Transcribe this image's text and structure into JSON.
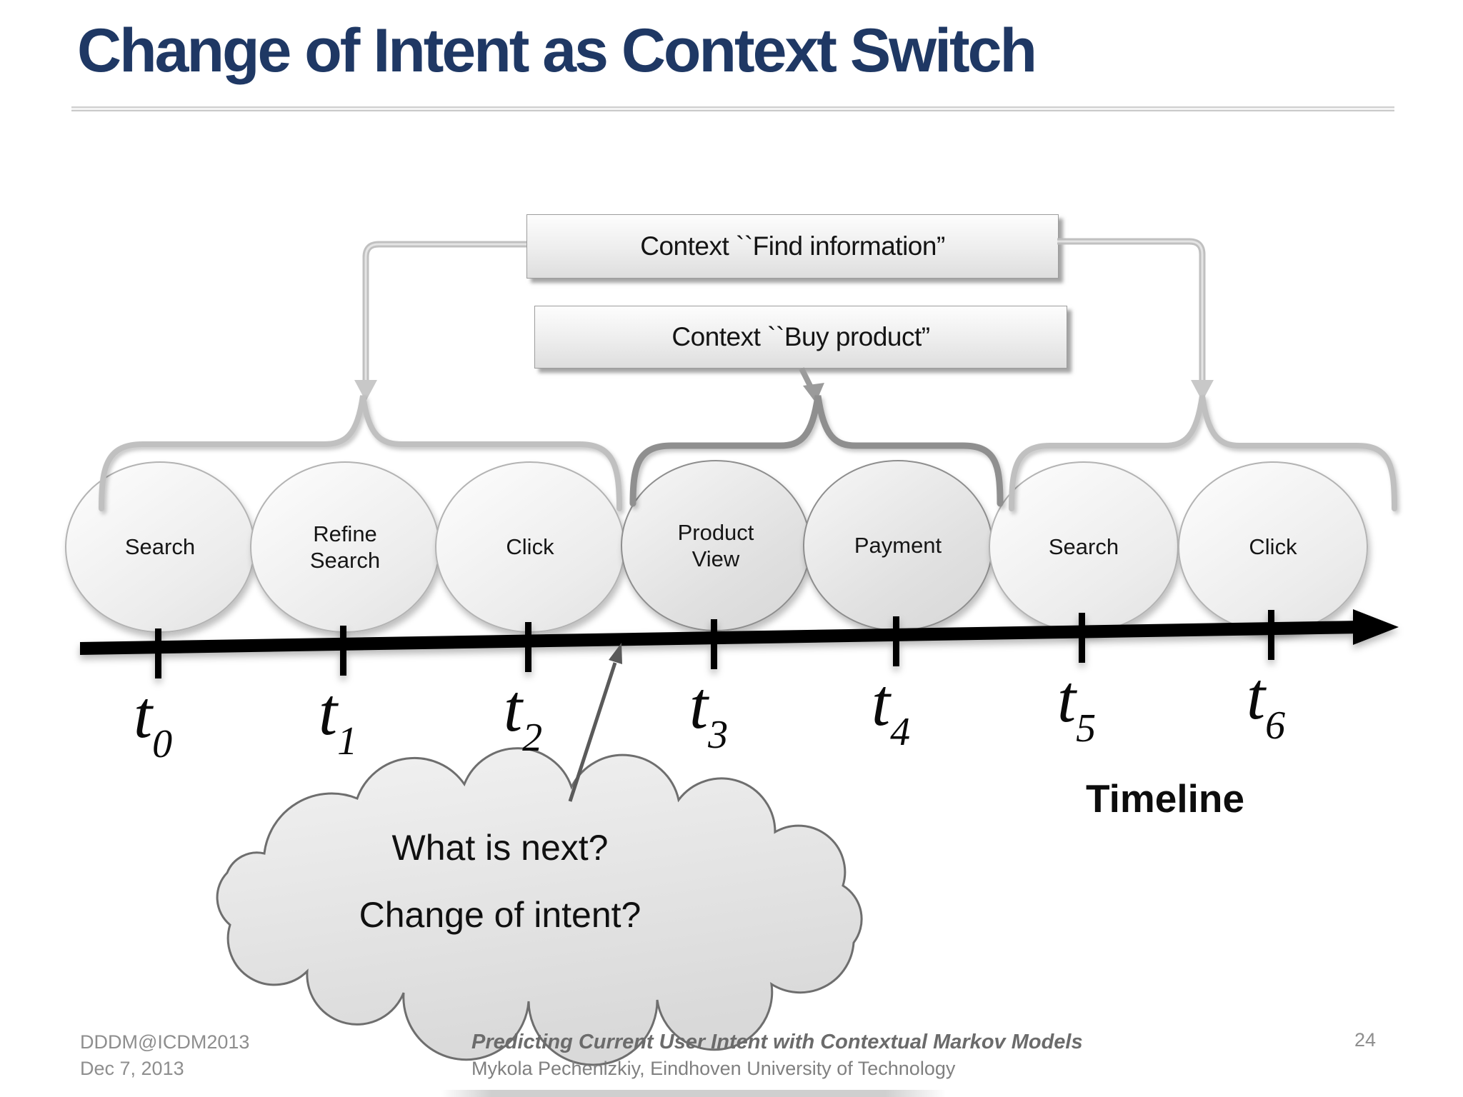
{
  "slide": {
    "title": "Change of Intent as Context Switch",
    "page_number": "24"
  },
  "context_boxes": [
    {
      "label": "Context ``Find information”"
    },
    {
      "label": "Context ``Buy product”"
    }
  ],
  "nodes": [
    {
      "label": "Search"
    },
    {
      "label": "Refine\nSearch"
    },
    {
      "label": "Click"
    },
    {
      "label": "Product\nView"
    },
    {
      "label": "Payment"
    },
    {
      "label": "Search"
    },
    {
      "label": "Click"
    }
  ],
  "timeline": {
    "label": "Timeline",
    "t_symbol": "t",
    "ticks": [
      {
        "sub": "0"
      },
      {
        "sub": "1"
      },
      {
        "sub": "2"
      },
      {
        "sub": "3"
      },
      {
        "sub": "4"
      },
      {
        "sub": "5"
      },
      {
        "sub": "6"
      }
    ]
  },
  "cloud": {
    "line1": "What is next?",
    "line2": "Change of intent?"
  },
  "footer": {
    "conference": "DDDM@ICDM2013",
    "date": "Dec 7, 2013",
    "paper_title": "Predicting Current User Intent with Contextual Markov Models",
    "author_affiliation": "Mykola Pechenizkiy, Eindhoven University of Technology"
  },
  "colors": {
    "title": "#1F3864",
    "brace_light": "#c0c0c0",
    "brace_dark": "#8f8f8f",
    "timeline": "#000000"
  }
}
